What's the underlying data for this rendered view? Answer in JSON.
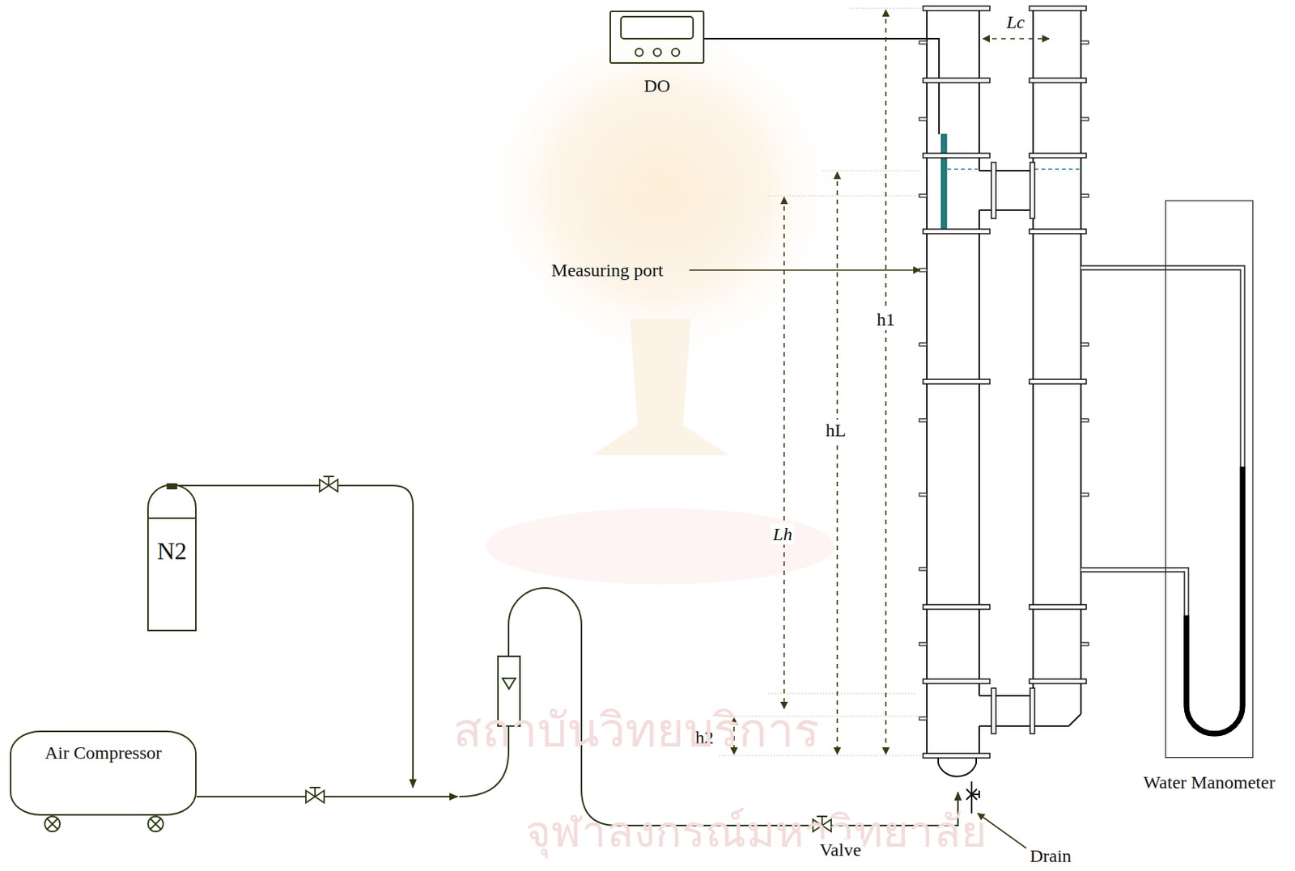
{
  "diagram": {
    "nodes": [
      {
        "text": [
          "DO"
        ]
      },
      {
        "text": [
          "N2"
        ]
      },
      {
        "text": [
          "Air Compressor"
        ]
      },
      {
        "text": [
          "Water Manometer"
        ]
      }
    ],
    "labels": [
      "Lc",
      "Measuring port",
      "h1",
      "hL",
      "Lh",
      "h2",
      "Valve",
      "Drain",
      "สถาบันวิทยบริการ",
      "จุฬาลงกรณ์มหาวิทยาลัย"
    ]
  }
}
